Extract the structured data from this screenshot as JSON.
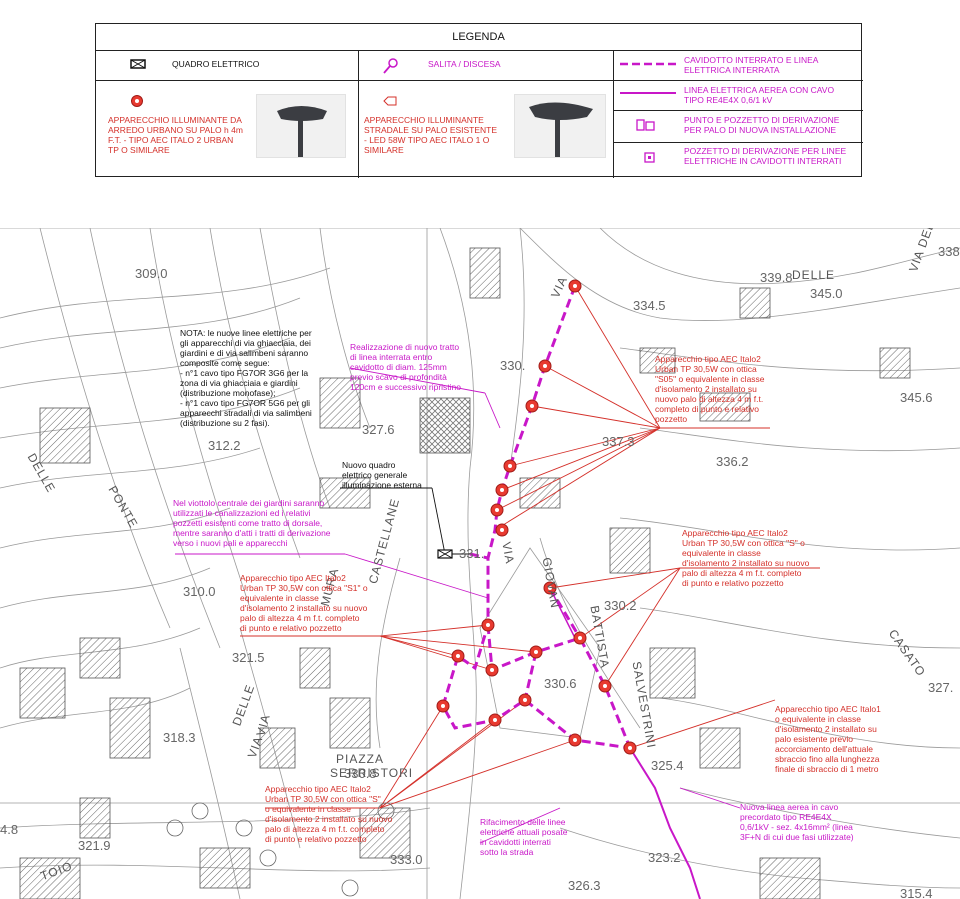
{
  "legend": {
    "title": "LEGENDA",
    "items": [
      {
        "icon": "panel-icon",
        "label": "QUADRO ELETTRICO"
      },
      {
        "icon": "slope-icon",
        "label": "SALITA / DISCESA"
      },
      {
        "icon": "underground-cable-icon",
        "label": "CAVIDOTTO INTERRATO E LINEA\nELETTRICA INTERRATA"
      },
      {
        "icon": "urban-lamp-icon",
        "label": "APPARECCHIO ILLUMINANTE DA\nARREDO URBANO SU PALO h 4m\nF.T. - TIPO AEC ITALO 2 URBAN\nTP O SIMILARE"
      },
      {
        "icon": "street-lamp-icon",
        "label": "APPARECCHIO ILLUMINANTE\nSTRADALE SU PALO ESISTENTE\n- LED 58W TIPO AEC ITALO 1 O\nSIMILARE"
      },
      {
        "icon": "aerial-cable-icon",
        "label": "LINEA ELETTRICA AEREA CON CAVO\nTIPO RE4E4X 0,6/1 kV"
      },
      {
        "icon": "new-pole-junction-icon",
        "label": "PUNTO E POZZETTO DI DERIVAZIONE\nPER PALO DI NUOVA INSTALLAZIONE"
      },
      {
        "icon": "junction-box-icon",
        "label": "POZZETTO DI DERIVAZIONE PER LINEE\nELETTRICHE IN CAVIDOTTI INTERRATI"
      }
    ]
  },
  "map": {
    "elevations": [
      "309.0",
      "334.5",
      "339.8",
      "345.0",
      "330.",
      "337.3",
      "327.6",
      "312.2",
      "336.2",
      "345.6",
      "331.",
      "330.2",
      "310.0",
      "321.5",
      "330.6",
      "318.3",
      "330.8",
      "325.4",
      "327.",
      "4.8",
      "321.9",
      "333.0",
      "326.3",
      "323.2",
      "315.4",
      "338"
    ],
    "streets": [
      "VIA",
      "DELLE",
      "DELLE",
      "MURA",
      "CASTELLANE",
      "VIA",
      "PONTE",
      "VIA",
      "GIOVAN",
      "BATTISTA",
      "SALVESTRINI",
      "PIAZZA",
      "SERRISTORI",
      "VIA",
      "DELLE",
      "CASATO",
      "TOIO",
      "VIA DELLE"
    ],
    "annotations": {
      "note": "NOTA: le nuove linee elettriche per\ngli apparecchi di via ghiacciaia, dei\ngiardini e di via salimbeni saranno\ncomposite come segue:\n- n°1 cavo tipo FG7OR 3G6 per la\nzona di via ghiacciaia e giardini\n(distribuzione monofase);\n- n°1 cavo tipo FG7OR 5G6 per gli\napparecchi stradali di via salimbeni\n(distribuzione su 2 fasi).",
      "new_line": "Realizzazione di nuovo tratto\ndi linea interrata entro\ncavidotto di diam. 125mm\nprevio scavo di profondità\n120cm e successivo ripristino",
      "panel": "Nuovo quadro\nelettrico generale\nilluminazione esterna",
      "garden": "Nel viottolo centrale dei giardini saranno\nutilizzati le canalizzazioni ed i relativi\npozzetti esistenti come tratto di dorsale,\nmentre saranno d'atti i tratti di derivazione\nverso i nuovi pali e apparecchi",
      "lamp_a": "Apparecchio tipo AEC Italo2\nUrban TP 30,5W con ottica\n\"S05\" o equivalente in classe\nd'isolamento 2 installato su\nnuovo palo di altezza 4 m f.t.\ncompleto di punto e relativo\npozzetto",
      "lamp_b": "Apparecchio tipo AEC Italo2\nUrban TP 30,5W con ottica \"S\" o\nequivalente in classe\nd'isolamento 2 installato su nuovo\npalo di altezza 4 m f.t. completo\ndi punto e relativo pozzetto",
      "lamp_c": "Apparecchio tipo AEC Italo2\nUrban TP 30,5W con ottica \"S1\" o\nequivalente in classe\nd'isolamento 2 installato su nuovo\npalo di altezza 4 m f.t. completo\ndi punto e relativo pozzetto",
      "lamp_d": "Apparecchio tipo AEC Italo1\no equivalente in classe\nd'isolamento 2 installato su\npalo esistente previo\naccorciamento dell'attuale\nsbraccio fino alla lunghezza\nfinale di sbraccio di 1 metro",
      "lamp_e": "Apparecchio tipo AEC Italo2\nUrban TP 30,5W con ottica \"S\"\no equivalente in classe\nd'isolamento 2 installato su nuovo\npalo di altezza 4 m f.t. completo\ndi punto e relativo pozzetto",
      "existing_line": "Rifacimento delle linee\nelettriche attuali posate\nin cavidotti interrati\nsotto la strada",
      "aerial_line": "Nuova linea aerea in cavo\nprecordato tipo RE4E4X\n0,6/1kV - sez. 4x16mm² (linea\n3F+N di cui due fasi utilizzate)"
    }
  },
  "colors": {
    "magenta": "#c817c8",
    "red": "#d4302a",
    "map_line": "#8a8a8a"
  }
}
